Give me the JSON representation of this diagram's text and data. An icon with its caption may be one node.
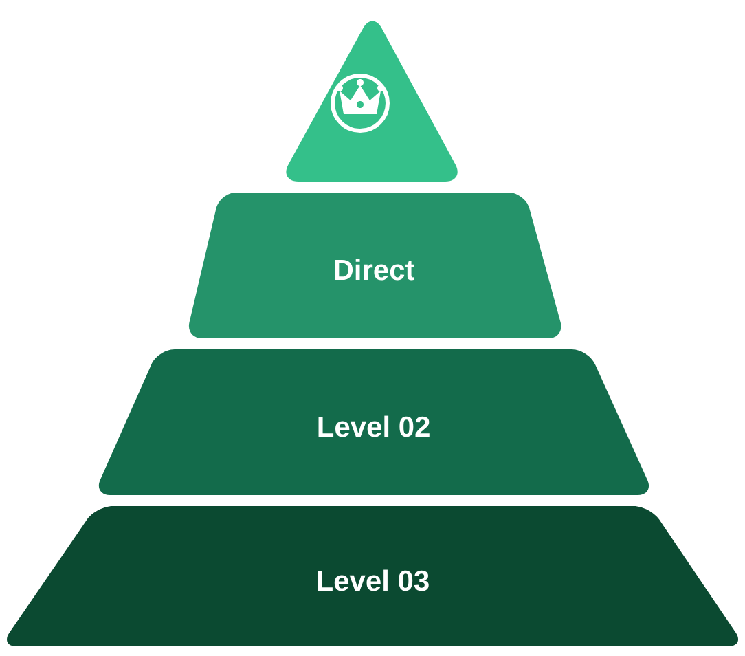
{
  "diagram": {
    "nodes": [
      {
        "text": [],
        "shape": "triangle"
      },
      {
        "text": [
          "Direct"
        ]
      },
      {
        "text": [
          "Level 02"
        ]
      },
      {
        "text": [
          "Level 03"
        ]
      }
    ]
  }
}
